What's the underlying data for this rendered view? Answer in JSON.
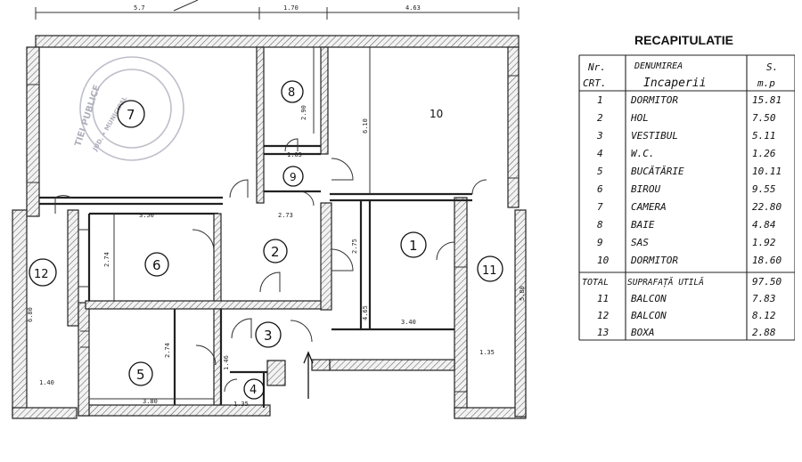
{
  "plan": {
    "dims": {
      "top_left": "5.7",
      "top_mid": "1.70",
      "top_right": "4.63",
      "room8_v": "2.90",
      "room10_v": "6.10",
      "sas_w": "1.63",
      "room6_w": "3.50",
      "hall_w": "2.73",
      "room6_v": "2.74",
      "hall_v": "2.75",
      "room12_v": "6.80",
      "room1_v": "4.65",
      "room1_w": "3.40",
      "room11_v": "5.80",
      "room5_v": "2.74",
      "room5_w": "3.80",
      "wc_v": "1.46",
      "wc_w": "1.35",
      "room12_w": "1.40",
      "room11_w": "1.35"
    },
    "rooms": [
      {
        "id": "1",
        "label": "1"
      },
      {
        "id": "2",
        "label": "2"
      },
      {
        "id": "3",
        "label": "3"
      },
      {
        "id": "4",
        "label": "4"
      },
      {
        "id": "5",
        "label": "5"
      },
      {
        "id": "6",
        "label": "6"
      },
      {
        "id": "7",
        "label": "7"
      },
      {
        "id": "8",
        "label": "8"
      },
      {
        "id": "9",
        "label": "9"
      },
      {
        "id": "10",
        "label": "10"
      },
      {
        "id": "11",
        "label": "11"
      },
      {
        "id": "12",
        "label": "12"
      }
    ],
    "stamp": {
      "line1": "TIEI PUBLICE",
      "line2": "JUD. • MUNICIPAL"
    }
  },
  "recap": {
    "title": "RECAPITULATIE",
    "header": {
      "nr1": "Nr.",
      "nr2": "CRT.",
      "name1": "DENUMIREA",
      "name2": "Incaperii",
      "area1": "S.",
      "area2": "m.p"
    },
    "rows": [
      {
        "nr": "1",
        "name": "DORMITOR",
        "area": "15.81"
      },
      {
        "nr": "2",
        "name": "HOL",
        "area": "7.50"
      },
      {
        "nr": "3",
        "name": "VESTIBUL",
        "area": "5.11"
      },
      {
        "nr": "4",
        "name": "W.C.",
        "area": "1.26"
      },
      {
        "nr": "5",
        "name": "BUCĂTĂRIE",
        "area": "10.11"
      },
      {
        "nr": "6",
        "name": "BIROU",
        "area": "9.55"
      },
      {
        "nr": "7",
        "name": "CAMERA",
        "area": "22.80"
      },
      {
        "nr": "8",
        "name": "BAIE",
        "area": "4.84"
      },
      {
        "nr": "9",
        "name": "SAS",
        "area": "1.92"
      },
      {
        "nr": "10",
        "name": "DORMITOR",
        "area": "18.60"
      }
    ],
    "total": {
      "nr": "TOTAL",
      "name": "SUPRAFAȚĂ UTILĂ",
      "area": "97.50"
    },
    "extra": [
      {
        "nr": "11",
        "name": "BALCON",
        "area": "7.83"
      },
      {
        "nr": "12",
        "name": "BALCON",
        "area": "8.12"
      },
      {
        "nr": "13",
        "name": "BOXA",
        "area": "2.88"
      }
    ]
  }
}
